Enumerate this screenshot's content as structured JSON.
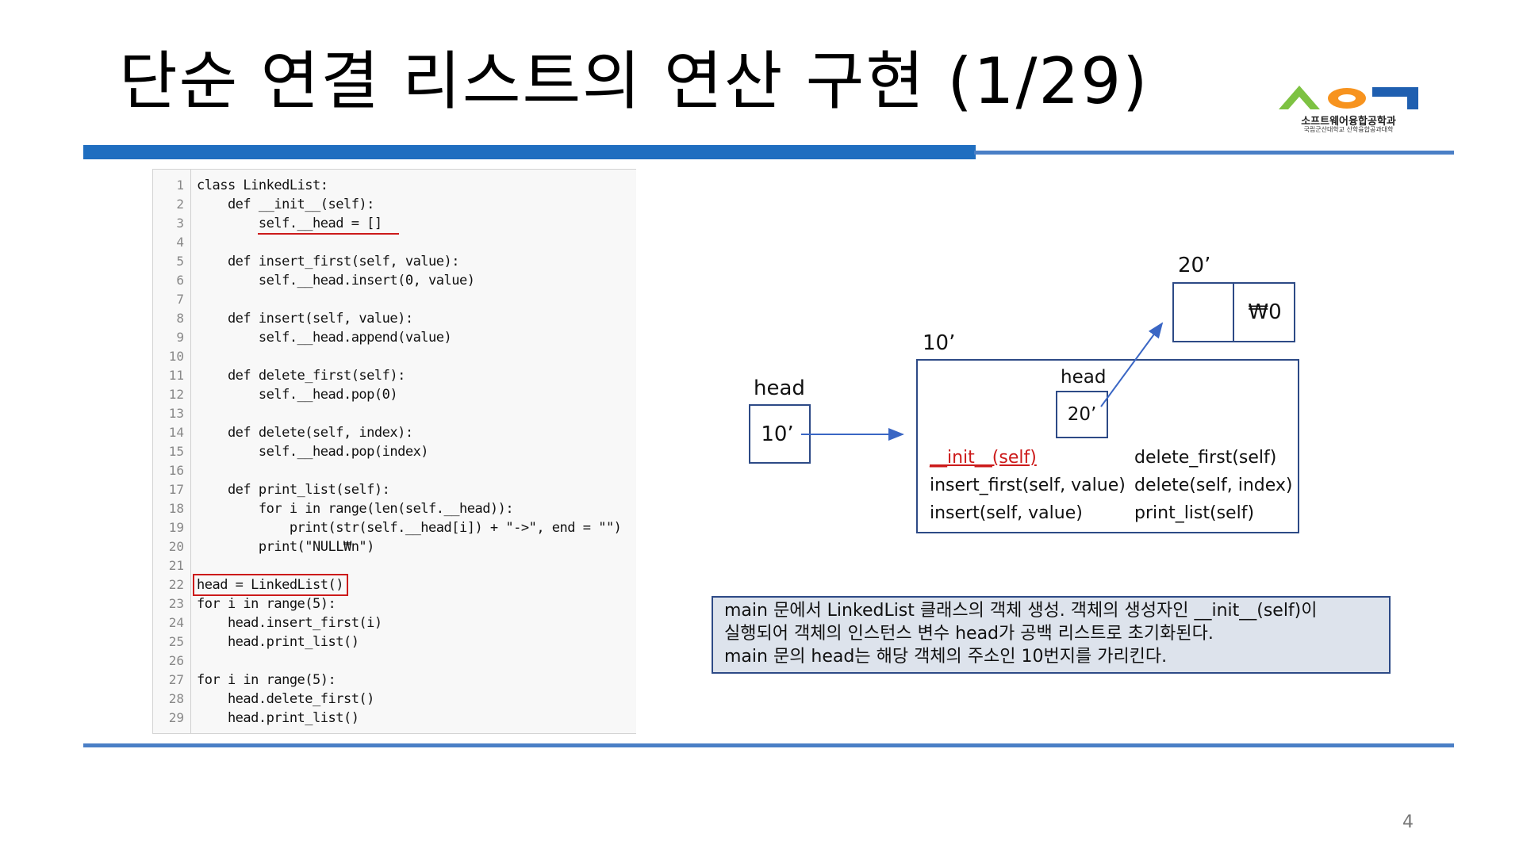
{
  "slide": {
    "title": "단순 연결 리스트의 연산 구현 (1/29)",
    "page_number": "4"
  },
  "logo": {
    "name": "소프트웨어융합공학과",
    "subtitle": "국립군산대학교 산학융합공과대학",
    "colors": {
      "green": "#7dc242",
      "orange": "#f7931e",
      "blue": "#1f5fb0"
    }
  },
  "code": {
    "line_numbers": [
      "1",
      "2",
      "3",
      "4",
      "5",
      "6",
      "7",
      "8",
      "9",
      "10",
      "11",
      "12",
      "13",
      "14",
      "15",
      "16",
      "17",
      "18",
      "19",
      "20",
      "21",
      "22",
      "23",
      "24",
      "25",
      "26",
      "27",
      "28",
      "29"
    ],
    "lines": [
      "class LinkedList:",
      "    def __init__(self):",
      "        self.__head = []",
      "",
      "    def insert_first(self, value):",
      "        self.__head.insert(0, value)",
      "",
      "    def insert(self, value):",
      "        self.__head.append(value)",
      "",
      "    def delete_first(self):",
      "        self.__head.pop(0)",
      "",
      "    def delete(self, index):",
      "        self.__head.pop(index)",
      "",
      "    def print_list(self):",
      "        for i in range(len(self.__head)):",
      "            print(str(self.__head[i]) + \"->\", end = \"\")",
      "        print(\"NULL₩n\")",
      "",
      "head = LinkedList()",
      "for i in range(5):",
      "    head.insert_first(i)",
      "    head.print_list()",
      "",
      "for i in range(5):",
      "    head.delete_first()",
      "    head.print_list()"
    ]
  },
  "diagram": {
    "head_label": "head",
    "head_value": "10’",
    "object_addr": "10’",
    "inner_head_label": "head",
    "inner_head_value": "20’",
    "list_addr": "20’",
    "list_cell_value": "₩0",
    "methods_left": [
      "__init__(self)",
      "insert_first(self, value)",
      "insert(self, value)"
    ],
    "methods_right": [
      "delete_first(self)",
      "delete(self, index)",
      "print_list(self)"
    ]
  },
  "note": {
    "lines": [
      "main 문에서 LinkedList 클래스의 객체 생성. 객체의 생성자인 __init__(self)이",
      "실행되어 객체의 인스턴스 변수 head가 공백 리스트로 초기화된다.",
      "main 문의 head는 해당 객체의 주소인 10번지를 가리킨다."
    ]
  }
}
